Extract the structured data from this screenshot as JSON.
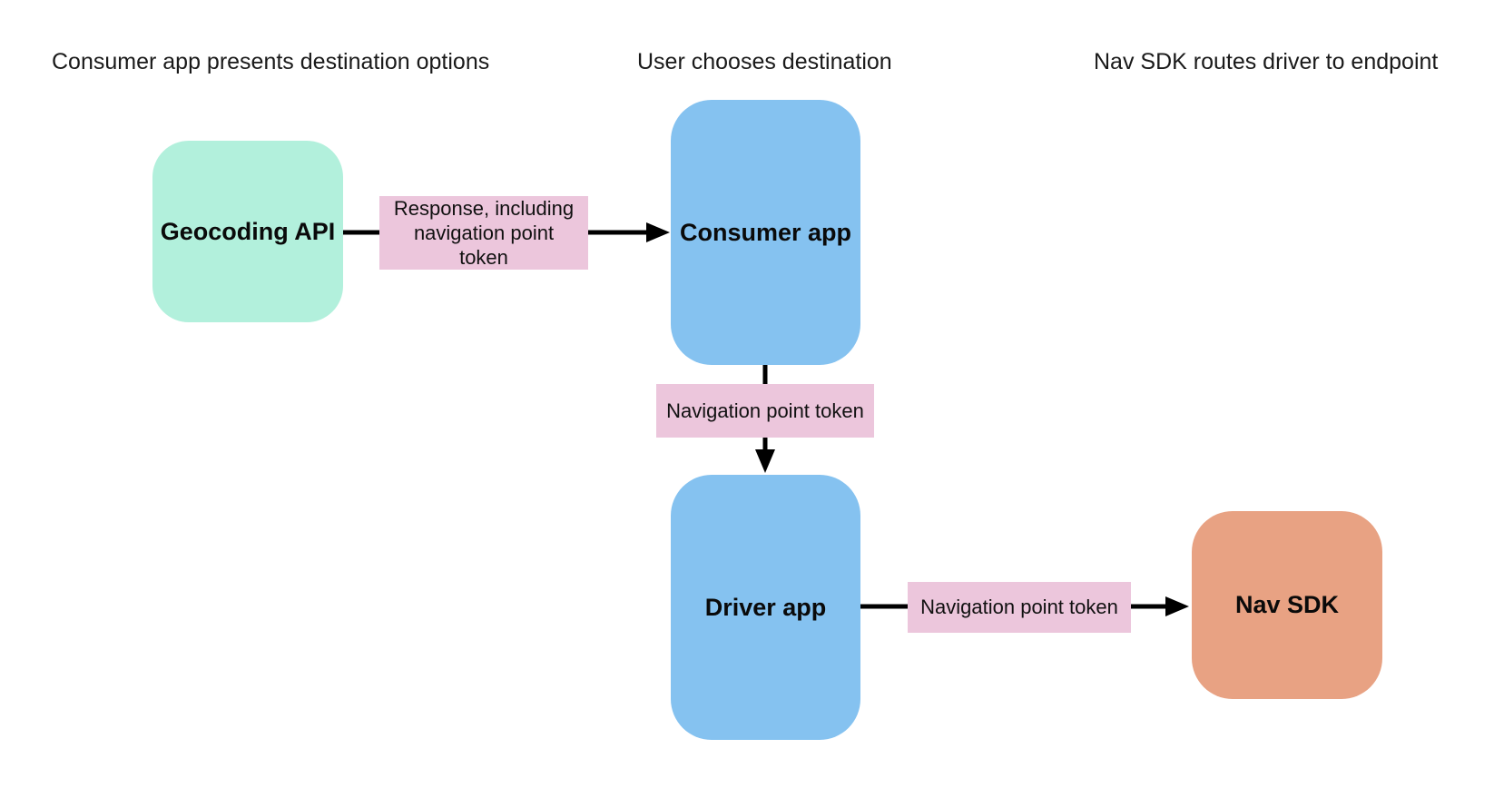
{
  "diagram": {
    "background_color": "#ffffff",
    "text_color": "#1a1a1a",
    "arrow_color": "#000000",
    "section_headers": [
      {
        "label": "Consumer app presents destination options"
      },
      {
        "label": "User chooses destination"
      },
      {
        "label": "Nav SDK routes driver to endpoint"
      }
    ],
    "nodes": [
      {
        "id": "geocoding-api",
        "label": "Geocoding API",
        "fill": "#b2f0dc"
      },
      {
        "id": "consumer-app",
        "label": "Consumer app",
        "fill": "#85c2f0"
      },
      {
        "id": "driver-app",
        "label": "Driver app",
        "fill": "#85c2f0"
      },
      {
        "id": "nav-sdk",
        "label": "Nav SDK",
        "fill": "#e8a283"
      }
    ],
    "edges": [
      {
        "from": "geocoding-api",
        "to": "consumer-app",
        "label": "Response, including navigation point token",
        "label_fill": "#ecc6dc"
      },
      {
        "from": "consumer-app",
        "to": "driver-app",
        "label": "Navigation point token",
        "label_fill": "#ecc6dc"
      },
      {
        "from": "driver-app",
        "to": "nav-sdk",
        "label": "Navigation point token",
        "label_fill": "#ecc6dc"
      }
    ]
  }
}
